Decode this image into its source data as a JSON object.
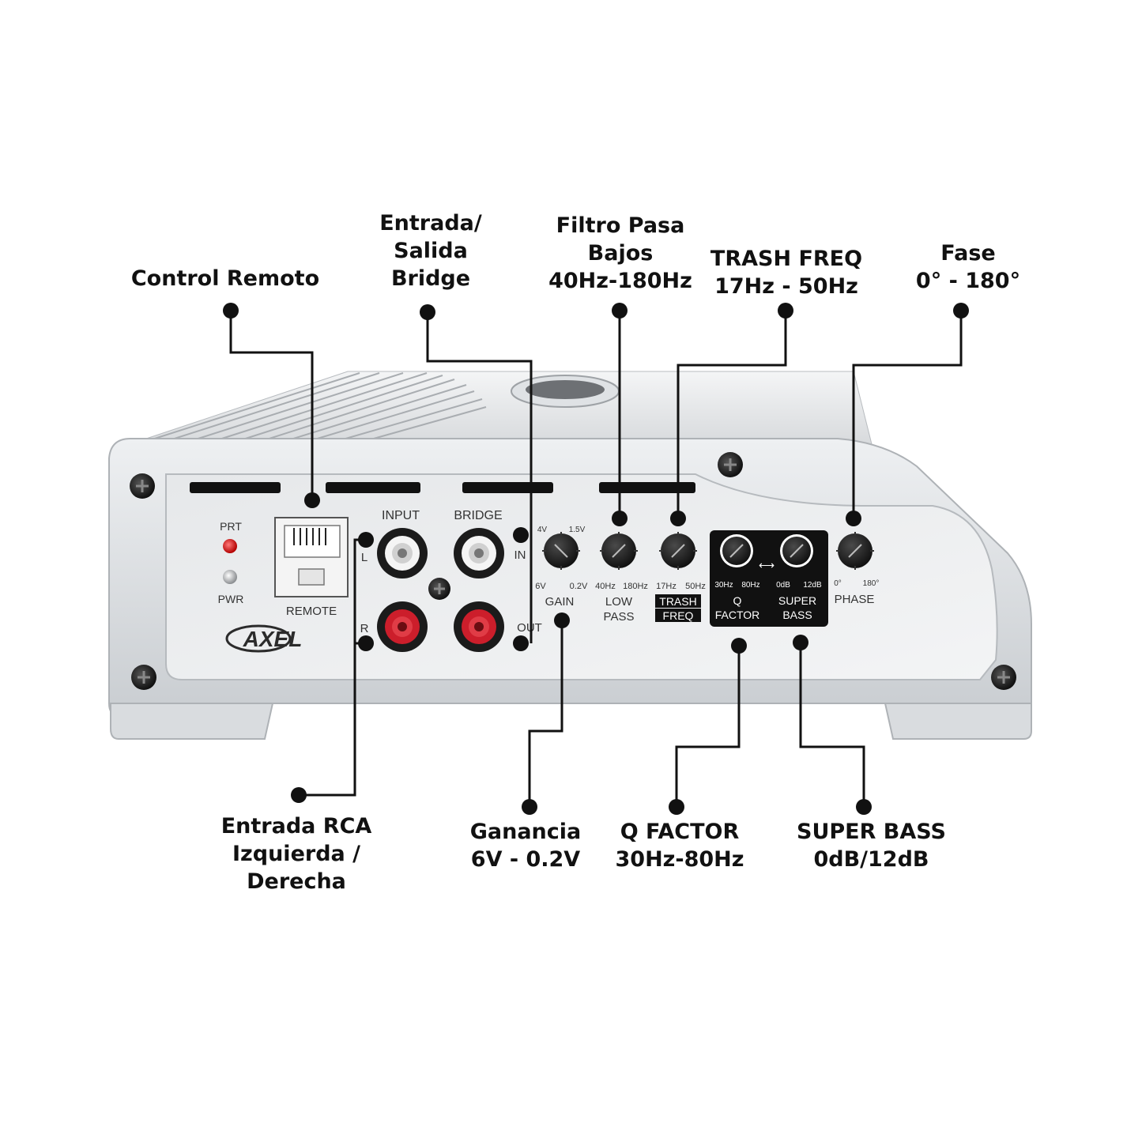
{
  "callouts": {
    "control_remoto": [
      "Control Remoto"
    ],
    "entrada_salida_bridge": [
      "Entrada/",
      "Salida",
      "Bridge"
    ],
    "filtro_pasa_bajos": [
      "Filtro Pasa",
      "Bajos",
      "40Hz-180Hz"
    ],
    "trash_freq": [
      "TRASH FREQ",
      "17Hz - 50Hz"
    ],
    "fase": [
      "Fase",
      "0° - 180°"
    ],
    "entrada_rca": [
      "Entrada RCA",
      "Izquierda /",
      "Derecha"
    ],
    "ganancia": [
      "Ganancia",
      "6V - 0.2V"
    ],
    "q_factor": [
      "Q FACTOR",
      "30Hz-80Hz"
    ],
    "super_bass": [
      "SUPER BASS",
      "0dB/12dB"
    ]
  },
  "panel": {
    "led_prt": "PRT",
    "led_pwr": "PWR",
    "remote_label": "REMOTE",
    "brand_logo": "AXEL",
    "input_label": "INPUT",
    "bridge_label": "BRIDGE",
    "channel_l": "L",
    "channel_r": "R",
    "bridge_in": "IN",
    "bridge_out": "OUT",
    "gain_min": "4V",
    "gain_max": "1.5V",
    "gain_low": "6V",
    "gain_high": "0.2V",
    "gain_label": "GAIN",
    "lowpass_min": "40Hz",
    "lowpass_max": "180Hz",
    "lowpass_label": [
      "LOW",
      "PASS"
    ],
    "trash_min": "17Hz",
    "trash_max": "50Hz",
    "trash_label": [
      "TRASH",
      "FREQ"
    ],
    "q_min": "30Hz",
    "q_max": "80Hz",
    "q_label": [
      "Q",
      "FACTOR"
    ],
    "sb_min": "0dB",
    "sb_max": "12dB",
    "sb_label": [
      "SUPER",
      "BASS"
    ],
    "phase_min": "0°",
    "phase_max": "180°",
    "phase_label": "PHASE"
  }
}
